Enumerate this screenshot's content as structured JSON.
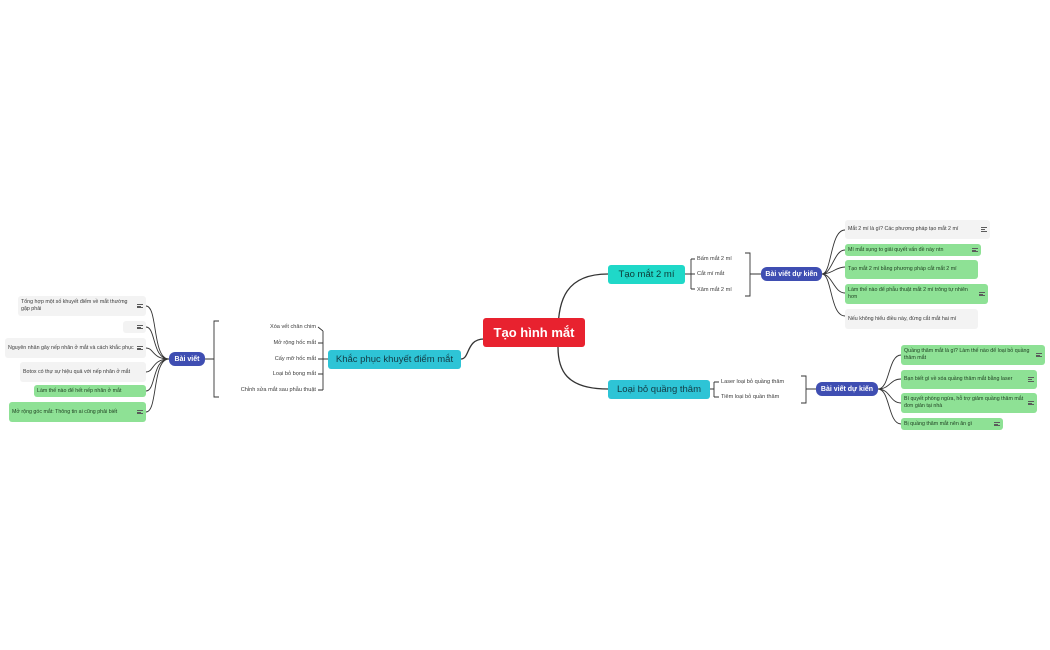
{
  "root": {
    "label": "Tạo hình mắt"
  },
  "branches": {
    "mat2mi": {
      "label": "Tạo mắt 2 mí",
      "subs": [
        "Bấm mắt 2 mí",
        "Cắt mí mắt",
        "Xăm mắt 2 mí"
      ],
      "group_label": "Bài viết dự kiến",
      "articles": [
        "Mắt 2 mí là gì? Các phương pháp tạo mắt 2 mí",
        "Mí mắt sụng to giải quyết vấn đề này ntn",
        "Tạo mắt 2 mí bằng phương pháp cắt mắt 2 mí",
        "Làm thế nào để phẫu thuật mắt 2 mí trông tự nhiên hơn",
        "Nếu không hiểu điều này, đừng cắt mắt hai mí"
      ]
    },
    "quangtham": {
      "label": "Loại bỏ quầng thâm",
      "subs": [
        "Laser loại bỏ quầng thâm",
        "Tiêm loại bỏ quần thâm"
      ],
      "group_label": "Bài viết dự kiến",
      "articles": [
        "Quầng thâm mắt là gì? Làm thế nào để loại bỏ quầng thâm mắt",
        "Bạn biết gì về xóa quầng thâm mắt bằng laser",
        "Bí quyết phòng ngừa, hỗ trợ giảm quầng thâm mắt đơn giản tại nhà",
        "Bị quầng thâm mắt nên ăn gì"
      ]
    },
    "khacphuc": {
      "label": "Khắc phục khuyết điểm mắt",
      "subs": [
        "Xóa vết chân chim",
        "Mở rộng hốc mắt",
        "Cấy mỡ hốc mắt",
        "Loại bỏ bọng mắt",
        "Chỉnh sửa mắt sau phẫu thuật"
      ],
      "group_label": "Bài viết",
      "articles": [
        "Tổng hợp một số khuyết điểm về mắt thường gặp phải",
        "",
        "Nguyên nhân gây nếp nhăn ở mắt và cách khắc phục",
        "Botox có thự sự hiệu quả với nếp nhăn ở mắt",
        "Làm thế nào để hết nếp nhăn ở mắt",
        "Mở rộng góc mắt: Thông tin ai cũng phải biết"
      ]
    }
  },
  "colors": {
    "root": "#e8222f",
    "main_cyan": "#2ec4d6",
    "main_teal": "#1fd8c8",
    "group": "#3f4eb2",
    "article_green": "#8ee195",
    "article_gray": "#f3f3f3",
    "connector": "#333333"
  },
  "icons": {
    "note": "note-lines-icon"
  }
}
